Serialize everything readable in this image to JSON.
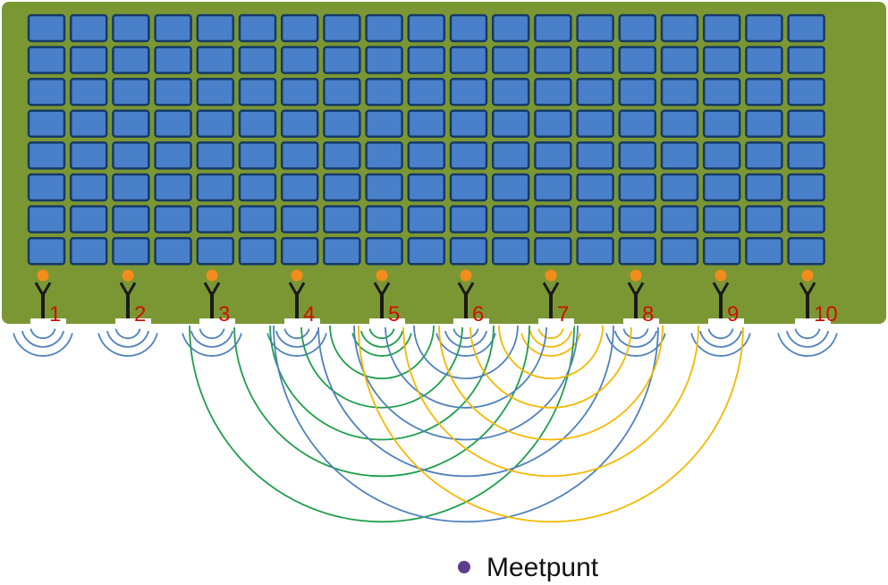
{
  "colors": {
    "board": "#7b9734",
    "cell_fill": "#4a7fc9",
    "cell_border": "#163a68",
    "antenna_body": "#1a1a1a",
    "antenna_tip": "#f28c1c",
    "label": "#cc1100",
    "wave_blue": "#4f81bd",
    "wave_green": "#1e9e4a",
    "wave_yellow": "#f5b800",
    "meetpunt_dot": "#5b3d8c",
    "legend_text": "#111111"
  },
  "grid": {
    "rows": 8,
    "columns": 19
  },
  "antennas": [
    {
      "label": "1",
      "wave": "blue"
    },
    {
      "label": "2",
      "wave": "blue"
    },
    {
      "label": "3",
      "wave": "blue"
    },
    {
      "label": "4",
      "wave": "blue"
    },
    {
      "label": "5",
      "wave": "green"
    },
    {
      "label": "6",
      "wave": "blue"
    },
    {
      "label": "7",
      "wave": "yellow"
    },
    {
      "label": "8",
      "wave": "blue"
    },
    {
      "label": "9",
      "wave": "blue"
    },
    {
      "label": "10",
      "wave": "blue"
    }
  ],
  "legend": {
    "label": "Meetpunt",
    "icon": "dot-icon"
  }
}
